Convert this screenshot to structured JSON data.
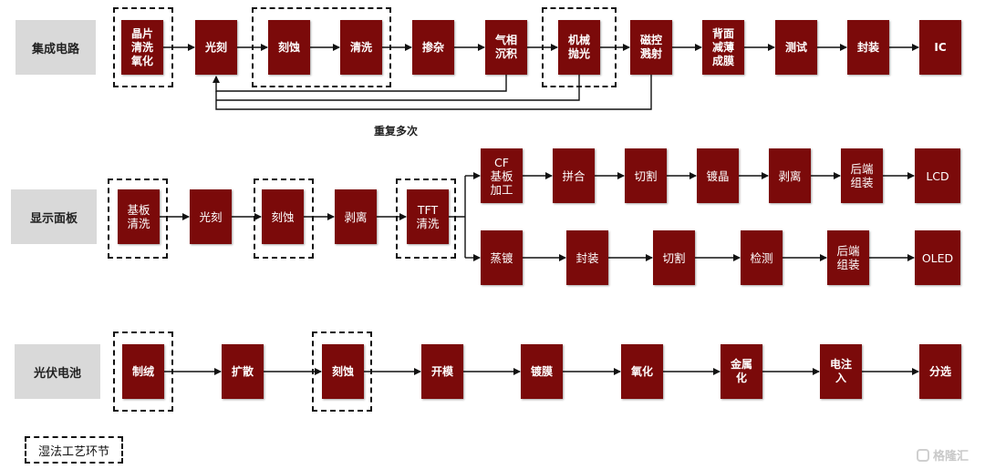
{
  "rows": {
    "ic": {
      "category": "集成电路",
      "steps": [
        "晶片\n清洗\n氧化",
        "光刻",
        "刻蚀",
        "清洗",
        "掺杂",
        "气相\n沉积",
        "机械\n抛光",
        "磁控\n溅射",
        "背面\n减薄\n成膜",
        "测试",
        "封装",
        "IC"
      ],
      "repeat_note": "重复多次"
    },
    "display": {
      "category": "显示面板",
      "steps": [
        "基板\n清洗",
        "光刻",
        "刻蚀",
        "剥离",
        "TFT\n清洗"
      ],
      "lcd_branch": [
        "CF\n基板\n加工",
        "拼合",
        "切割",
        "镀晶",
        "剥离",
        "后端\n组装",
        "LCD"
      ],
      "oled_branch": [
        "蒸镀",
        "封装",
        "切割",
        "检测",
        "后端\n组装",
        "OLED"
      ]
    },
    "solar": {
      "category": "光伏电池",
      "steps": [
        "制绒",
        "扩散",
        "刻蚀",
        "开模",
        "镀膜",
        "氧化",
        "金属\n化",
        "电注\n入",
        "分选"
      ]
    }
  },
  "legend": {
    "label": "湿法工艺环节"
  },
  "watermark": {
    "text": "格隆汇"
  },
  "colors": {
    "process_box": "#7b0a0a",
    "category_bg": "#d9d9d9",
    "arrow": "#111111"
  }
}
